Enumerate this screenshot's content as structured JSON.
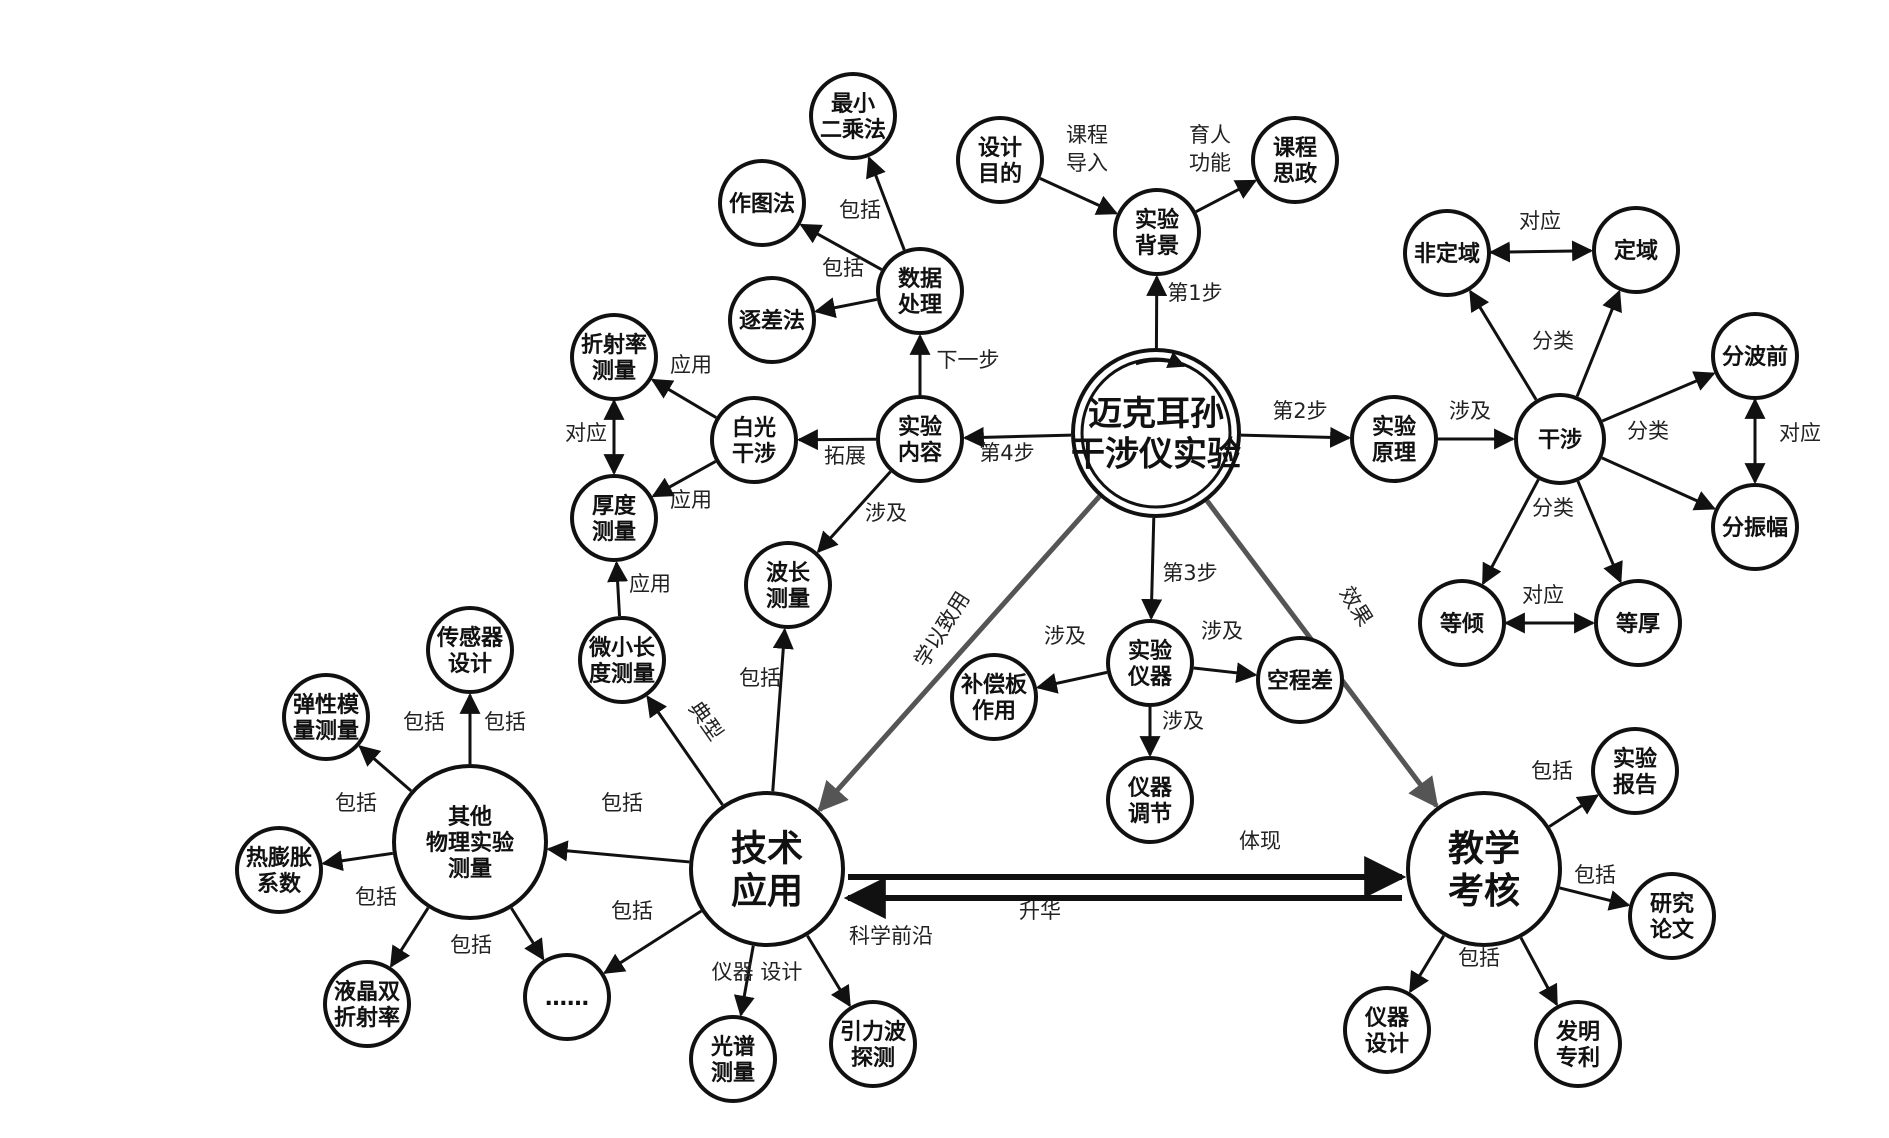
{
  "nodes": [
    {
      "id": "center",
      "lines": [
        "迈克耳孙",
        "干涉仪实验"
      ]
    },
    {
      "id": "bg",
      "lines": [
        "实验",
        "背景"
      ]
    },
    {
      "id": "design",
      "lines": [
        "设计",
        "目的"
      ]
    },
    {
      "id": "ideo",
      "lines": [
        "课程",
        "思政"
      ]
    },
    {
      "id": "principle",
      "lines": [
        "实验",
        "原理"
      ]
    },
    {
      "id": "interf",
      "lines": [
        "干涉"
      ]
    },
    {
      "id": "nonloc",
      "lines": [
        "非定域"
      ]
    },
    {
      "id": "loc",
      "lines": [
        "定域"
      ]
    },
    {
      "id": "wavefront",
      "lines": [
        "分波前"
      ]
    },
    {
      "id": "amplitude",
      "lines": [
        "分振幅"
      ]
    },
    {
      "id": "equinc",
      "lines": [
        "等倾"
      ]
    },
    {
      "id": "equthick",
      "lines": [
        "等厚"
      ]
    },
    {
      "id": "content",
      "lines": [
        "实验",
        "内容"
      ]
    },
    {
      "id": "data",
      "lines": [
        "数据",
        "处理"
      ]
    },
    {
      "id": "lsq",
      "lines": [
        "最小",
        "二乘法"
      ]
    },
    {
      "id": "plot",
      "lines": [
        "作图法"
      ]
    },
    {
      "id": "succ",
      "lines": [
        "逐差法"
      ]
    },
    {
      "id": "white",
      "lines": [
        "白光",
        "干涉"
      ]
    },
    {
      "id": "refr",
      "lines": [
        "折射率",
        "测量"
      ]
    },
    {
      "id": "thick",
      "lines": [
        "厚度",
        "测量"
      ]
    },
    {
      "id": "wavelen",
      "lines": [
        "波长",
        "测量"
      ]
    },
    {
      "id": "instr",
      "lines": [
        "实验",
        "仪器"
      ]
    },
    {
      "id": "comp",
      "lines": [
        "补偿板",
        "作用"
      ]
    },
    {
      "id": "airgap",
      "lines": [
        "空程差"
      ]
    },
    {
      "id": "adjust",
      "lines": [
        "仪器",
        "调节"
      ]
    },
    {
      "id": "tech",
      "lines": [
        "技术",
        "应用"
      ]
    },
    {
      "id": "micro",
      "lines": [
        "微小长",
        "度测量"
      ]
    },
    {
      "id": "other",
      "lines": [
        "其他",
        "物理实验",
        "测量"
      ]
    },
    {
      "id": "sensor",
      "lines": [
        "传感器",
        "设计"
      ]
    },
    {
      "id": "elastic",
      "lines": [
        "弹性模",
        "量测量"
      ]
    },
    {
      "id": "thermal",
      "lines": [
        "热膨胀",
        "系数"
      ]
    },
    {
      "id": "lc",
      "lines": [
        "液晶双",
        "折射率"
      ]
    },
    {
      "id": "dots",
      "lines": [
        "……"
      ]
    },
    {
      "id": "spectrum",
      "lines": [
        "光谱",
        "测量"
      ]
    },
    {
      "id": "gw",
      "lines": [
        "引力波",
        "探测"
      ]
    },
    {
      "id": "eval",
      "lines": [
        "教学",
        "考核"
      ]
    },
    {
      "id": "report",
      "lines": [
        "实验",
        "报告"
      ]
    },
    {
      "id": "paper",
      "lines": [
        "研究",
        "论文"
      ]
    },
    {
      "id": "patent",
      "lines": [
        "发明",
        "专利"
      ]
    },
    {
      "id": "idesign",
      "lines": [
        "仪器",
        "设计"
      ]
    }
  ],
  "edge_labels": [
    {
      "id": "step1",
      "text": "第1步"
    },
    {
      "id": "step2",
      "text": "第2步"
    },
    {
      "id": "step3",
      "text": "第3步"
    },
    {
      "id": "step4",
      "text": "第4步"
    },
    {
      "id": "course1",
      "text": "课程"
    },
    {
      "id": "course2",
      "text": "导入"
    },
    {
      "id": "edu1",
      "text": "育人"
    },
    {
      "id": "edu2",
      "text": "功能"
    },
    {
      "id": "involve_p",
      "text": "涉及"
    },
    {
      "id": "classify1",
      "text": "分类"
    },
    {
      "id": "classify2",
      "text": "分类"
    },
    {
      "id": "classify3",
      "text": "分类"
    },
    {
      "id": "corr1",
      "text": "对应"
    },
    {
      "id": "corr2",
      "text": "对应"
    },
    {
      "id": "corr3",
      "text": "对应"
    },
    {
      "id": "corr4",
      "text": "对应"
    },
    {
      "id": "next",
      "text": "下一步"
    },
    {
      "id": "incl1",
      "text": "包括"
    },
    {
      "id": "incl2",
      "text": "包括"
    },
    {
      "id": "expand",
      "text": "拓展"
    },
    {
      "id": "apply1",
      "text": "应用"
    },
    {
      "id": "apply2",
      "text": "应用"
    },
    {
      "id": "apply3",
      "text": "应用"
    },
    {
      "id": "involve_w",
      "text": "涉及"
    },
    {
      "id": "inv_c",
      "text": "涉及"
    },
    {
      "id": "inv_a",
      "text": "涉及"
    },
    {
      "id": "inv_j",
      "text": "涉及"
    },
    {
      "id": "learn",
      "text": "学以致用"
    },
    {
      "id": "effect",
      "text": "效果"
    },
    {
      "id": "typical",
      "text": "典型"
    },
    {
      "id": "incl_wl",
      "text": "包括"
    },
    {
      "id": "incl_other",
      "text": "包括"
    },
    {
      "id": "incl_s",
      "text": "包括"
    },
    {
      "id": "incl_e",
      "text": "包括"
    },
    {
      "id": "incl_t",
      "text": "包括"
    },
    {
      "id": "incl_lc",
      "text": "包括"
    },
    {
      "id": "incl_d",
      "text": "包括"
    },
    {
      "id": "incl_dots",
      "text": "包括"
    },
    {
      "id": "idesign_lbl",
      "text": "仪器 设计"
    },
    {
      "id": "frontier",
      "text": "科学前沿"
    },
    {
      "id": "embody",
      "text": "体现"
    },
    {
      "id": "sublim",
      "text": "升华"
    },
    {
      "id": "incl_r",
      "text": "包括"
    },
    {
      "id": "incl_p",
      "text": "包括"
    },
    {
      "id": "incl_ev",
      "text": "包括"
    }
  ],
  "colors": {
    "stroke": "#111111",
    "gray_arrow": "#555555"
  }
}
